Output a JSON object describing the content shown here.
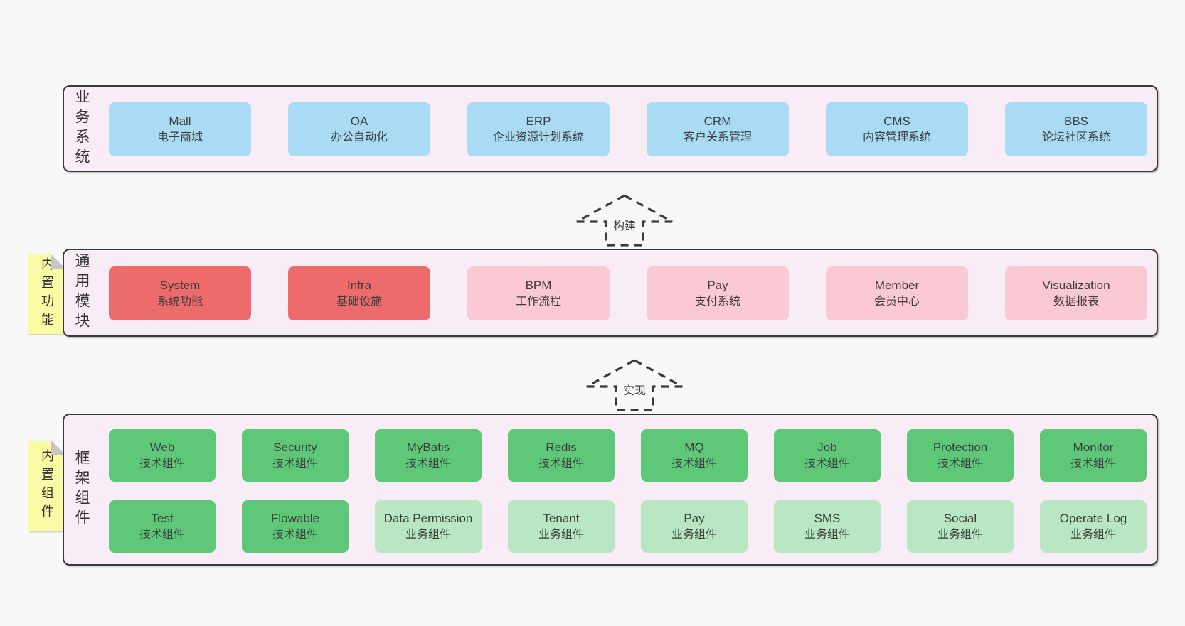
{
  "layers": {
    "business": {
      "side_label": "业务系统",
      "items": [
        {
          "title": "Mall",
          "subtitle": "电子商城"
        },
        {
          "title": "OA",
          "subtitle": "办公自动化"
        },
        {
          "title": "ERP",
          "subtitle": "企业资源计划系统"
        },
        {
          "title": "CRM",
          "subtitle": "客户关系管理"
        },
        {
          "title": "CMS",
          "subtitle": "内容管理系统"
        },
        {
          "title": "BBS",
          "subtitle": "论坛社区系统"
        }
      ]
    },
    "modules": {
      "side_label": "通用模块",
      "note": "内置功能",
      "items": [
        {
          "title": "System",
          "subtitle": "系统功能"
        },
        {
          "title": "Infra",
          "subtitle": "基础设施"
        },
        {
          "title": "BPM",
          "subtitle": "工作流程"
        },
        {
          "title": "Pay",
          "subtitle": "支付系统"
        },
        {
          "title": "Member",
          "subtitle": "会员中心"
        },
        {
          "title": "Visualization",
          "subtitle": "数据报表"
        }
      ]
    },
    "components": {
      "side_label": "框架组件",
      "note": "内置组件",
      "row1": [
        {
          "title": "Web",
          "subtitle": "技术组件"
        },
        {
          "title": "Security",
          "subtitle": "技术组件"
        },
        {
          "title": "MyBatis",
          "subtitle": "技术组件"
        },
        {
          "title": "Redis",
          "subtitle": "技术组件"
        },
        {
          "title": "MQ",
          "subtitle": "技术组件"
        },
        {
          "title": "Job",
          "subtitle": "技术组件"
        },
        {
          "title": "Protection",
          "subtitle": "技术组件"
        },
        {
          "title": "Monitor",
          "subtitle": "技术组件"
        }
      ],
      "row2": [
        {
          "title": "Test",
          "subtitle": "技术组件"
        },
        {
          "title": "Flowable",
          "subtitle": "技术组件"
        },
        {
          "title": "Data Permission",
          "subtitle": "业务组件"
        },
        {
          "title": "Tenant",
          "subtitle": "业务组件"
        },
        {
          "title": "Pay",
          "subtitle": "业务组件"
        },
        {
          "title": "SMS",
          "subtitle": "业务组件"
        },
        {
          "title": "Social",
          "subtitle": "业务组件"
        },
        {
          "title": "Operate Log",
          "subtitle": "业务组件"
        }
      ]
    }
  },
  "arrows": [
    {
      "label": "构建"
    },
    {
      "label": "实现"
    }
  ],
  "colors": {
    "page_bg": "#f8f8f8",
    "layer_bg": "#f8edf6",
    "layer_border": "#3a3a3a",
    "box_blue": "#a9dcf4",
    "box_red": "#ee6b6b",
    "box_pink": "#fbc9d3",
    "box_green": "#5ec878",
    "box_lightgreen": "#b9e6c3",
    "note_yellow": "#fbfba5",
    "note_fold_gray": "#c6c6c6",
    "text": "#3c3c3c"
  }
}
